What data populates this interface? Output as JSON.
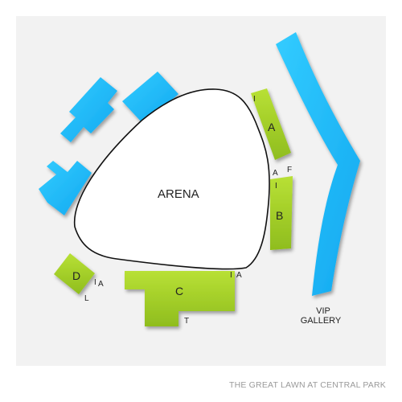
{
  "venue": {
    "caption": "THE GREAT LAWN AT CENTRAL PARK",
    "arena_label": "ARENA",
    "vip_label_line1": "VIP",
    "vip_label_line2": "GALLERY"
  },
  "colors": {
    "background": "#f2f2f2",
    "blue_section": "#20c0ff",
    "green_section": "#a8d42a",
    "arena_outline": "#111111"
  },
  "sections": {
    "A": {
      "name": "A",
      "tag_top": "I",
      "tag_bottom_left": "A",
      "tag_bottom_right": "F"
    },
    "B": {
      "name": "B",
      "tag_top": "I"
    },
    "C": {
      "name": "C",
      "tag_right_1": "I",
      "tag_right_2": "A",
      "tag_bottom": "T"
    },
    "D": {
      "name": "D",
      "tag_right_1": "I",
      "tag_right_2": "A",
      "tag_bottom": "L"
    }
  }
}
